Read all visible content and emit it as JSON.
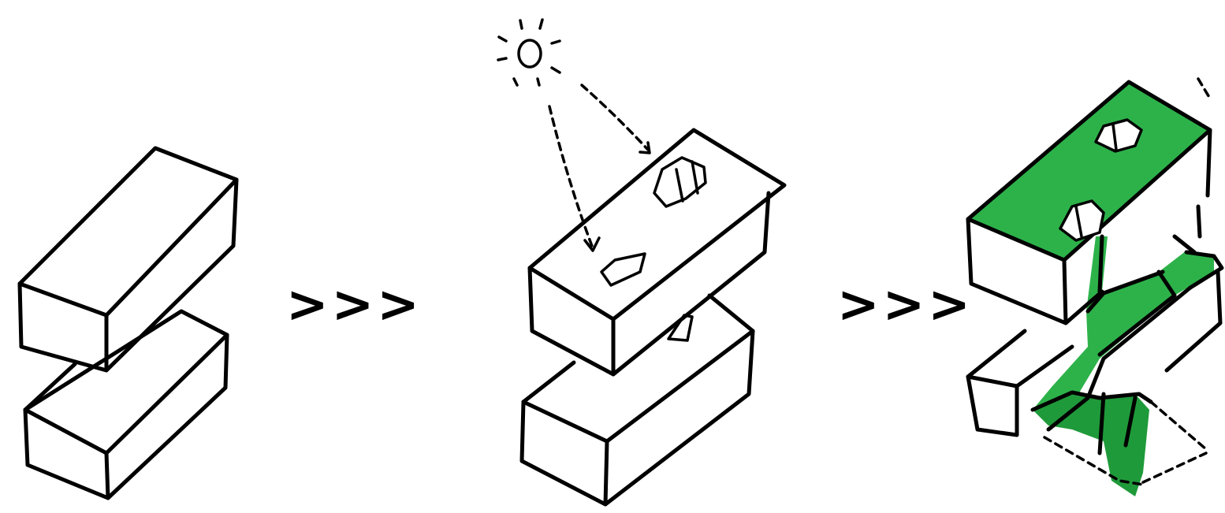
{
  "sequence_arrows": [
    ">>>",
    ">>>"
  ],
  "colors": {
    "ink": "#000000",
    "accent_green": "#2db24a",
    "accent_green_dark": "#1f9a3a",
    "background": "#ffffff"
  },
  "panels": [
    {
      "id": "stacked-blocks",
      "elements": [
        "upper-box",
        "lower-box"
      ]
    },
    {
      "id": "sun-and-skylights",
      "elements": [
        "sun-icon",
        "dashed-light-rays",
        "upper-box",
        "lower-box",
        "skylights",
        "connector"
      ]
    },
    {
      "id": "green-roof-and-ramp",
      "elements": [
        "upper-box-green-roof",
        "skylights",
        "green-path",
        "lower-box",
        "dashed-outline"
      ]
    }
  ]
}
